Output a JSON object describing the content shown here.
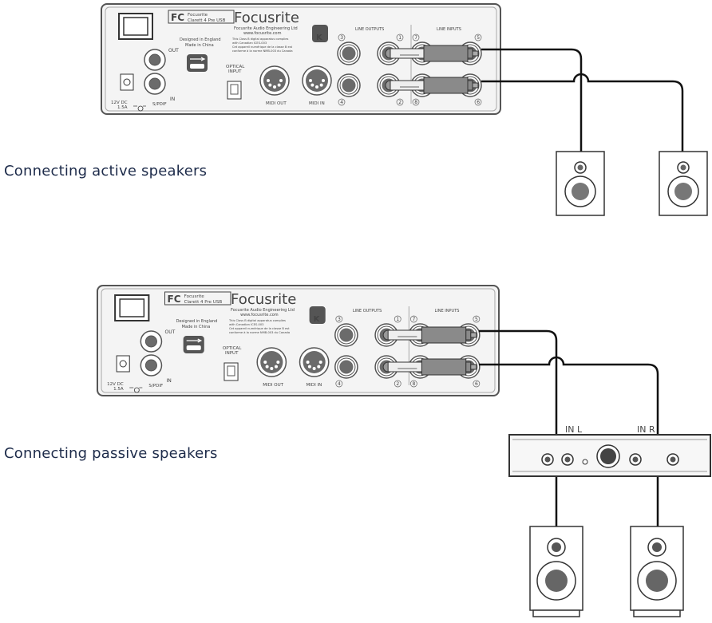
{
  "captions": {
    "active": "Connecting active speakers",
    "passive": "Connecting passive speakers"
  },
  "panel": {
    "fc_mark": "FC",
    "model_line1": "Focusrite",
    "model_line2": "Clarett 4 Pre USB",
    "brand": "Focusrite",
    "company": "Focusrite Audio Engineering Ltd",
    "website": "www.focusrite.com",
    "compliance": [
      "This Class B digital apparatus complies",
      "with Canadian ICES-003",
      "Cet appareil numérique de la classe B est",
      "conforme à la norme NMB-003 du Canada"
    ],
    "designed": "Designed in England",
    "made": "Made in China",
    "spdif_out": "OUT",
    "spdif_in": "IN",
    "spdif": "S/PDIF",
    "dc_line1": "12V DC",
    "dc_line2": "1.5A",
    "optical_line1": "OPTICAL",
    "optical_line2": "INPUT",
    "midi_out": "MIDI OUT",
    "midi_in": "MIDI IN",
    "kensington": "K",
    "line_outputs": "LINE OUTPUTS",
    "line_inputs": "LINE INPUTS",
    "output_numbers": [
      "3",
      "1",
      "4",
      "2"
    ],
    "input_numbers": [
      "7",
      "5",
      "8",
      "6"
    ]
  },
  "amplifier": {
    "in_left": "IN L",
    "in_right": "IN R"
  },
  "colors": {
    "caption": "#1d2b4a",
    "cable": "#111111",
    "plug": "#8a8a8a",
    "panel_fill": "#f4f4f4",
    "jack": "#6b6b6b"
  }
}
